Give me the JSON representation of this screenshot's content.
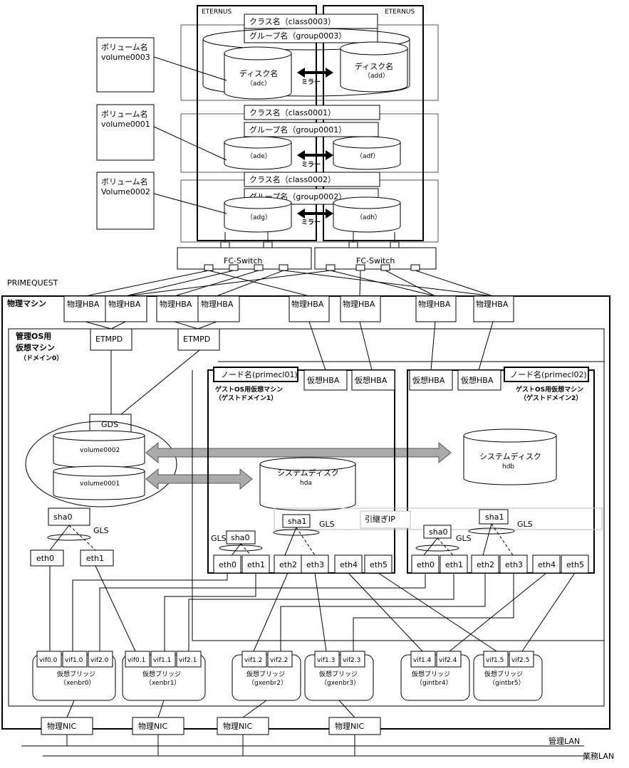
{
  "storage": {
    "eternus_left": "ETERNUS",
    "eternus_right": "ETERNUS",
    "class3": "クラス名（class0003）",
    "group3": "グループ名（group0003）",
    "class1": "クラス名（class0001）",
    "group1": "グループ名（group0001）",
    "class2": "クラス名（class0002）",
    "group2": "グループ名（group0002）",
    "disk_adc_l1": "ディスク名",
    "disk_adc_l2": "（adc）",
    "disk_add_l1": "ディスク名",
    "disk_add_l2": "（add）",
    "disk_ade": "（ade）",
    "disk_adf": "（adf）",
    "disk_adg": "（adg）",
    "disk_adh": "（adh）",
    "mirror": "ミラー",
    "vol3_l1": "ボリューム名",
    "vol3_l2": "volume0003",
    "vol1_l1": "ボリューム名",
    "vol1_l2": "volume0001",
    "vol2_l1": "ボリューム名",
    "vol2_l2": "Volume0002",
    "fc_switch": "FC-Switch"
  },
  "host": {
    "primequest": "PRIMEQUEST",
    "physical_machine": "物理マシン",
    "hba": "物理HBA",
    "mgmt_os_l1": "管理OS用",
    "mgmt_os_l2": "仮想マシン",
    "mgmt_os_l3": "（ドメイン0）",
    "etmpd": "ETMPD",
    "gds": "GDS",
    "volume0002": "volume0002",
    "volume0001": "volume0001",
    "sha0": "sha0",
    "sha1": "sha1",
    "gls": "GLS",
    "eth0": "eth0",
    "eth1": "eth1",
    "eth2": "eth2",
    "eth3": "eth3",
    "eth4": "eth4",
    "eth5": "eth5",
    "takeover_ip": "引継ぎIP",
    "node1": "ノード名(primecl01)",
    "node2": "ノード名(primecl02)",
    "guest1_l1": "ゲストOS用仮想マシン",
    "guest1_l2": "（ゲストドメイン1）",
    "guest2_l1": "ゲストOS用仮想マシン",
    "guest2_l2": "（ゲストドメイン2）",
    "virtual_hba": "仮想HBA",
    "sysdisk1_l1": "システムディスク",
    "sysdisk1_l2": "hda",
    "sysdisk2_l1": "システムディスク",
    "sysdisk2_l2": "hdb",
    "bridge_label": "仮想ブリッジ",
    "bridges": [
      {
        "vifs": [
          "vif0.0",
          "vif1.0",
          "vif2.0"
        ],
        "name": "（xenbr0）"
      },
      {
        "vifs": [
          "vif0.1",
          "vif1.1",
          "vif2.1"
        ],
        "name": "（xenbr1）"
      },
      {
        "vifs": [
          "vif1.2",
          "vif2.2"
        ],
        "name": "（gxenbr2）"
      },
      {
        "vifs": [
          "vif1.3",
          "vif2.3"
        ],
        "name": "（gxenbr3）"
      },
      {
        "vifs": [
          "vif1.4",
          "vif2.4"
        ],
        "name": "（gintbr4）"
      },
      {
        "vifs": [
          "vif1.5",
          "vif2.5"
        ],
        "name": "（gintbr5）"
      }
    ],
    "nic": "物理NIC"
  },
  "network": {
    "mgmt_lan": "管理LAN",
    "business_lan": "業務LAN"
  }
}
